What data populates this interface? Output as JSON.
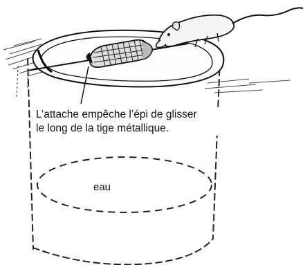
{
  "caption": {
    "line1": "L’attache empêche l’épi de glisser",
    "line2": "le long de la tige métallique."
  },
  "water_label": "eau"
}
